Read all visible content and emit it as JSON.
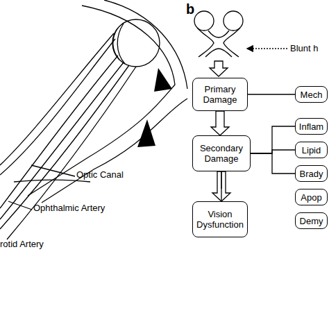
{
  "diagram": {
    "nodes": [
      {
        "text": [
          "Primary Damage"
        ]
      },
      {
        "text": [
          "Mech"
        ]
      },
      {
        "text": [
          "Secondary Damage"
        ]
      },
      {
        "text": [
          "Inflam"
        ]
      },
      {
        "text": [
          "Lipid"
        ]
      },
      {
        "text": [
          "Brady"
        ]
      },
      {
        "text": [
          "Apop"
        ]
      },
      {
        "text": [
          "Demy"
        ]
      },
      {
        "text": [
          "Vision Dysfunction"
        ]
      }
    ],
    "edges": [
      {
        "from": 0,
        "to": 2,
        "arrow": "to"
      },
      {
        "from": 2,
        "to": 8,
        "arrow": "to"
      },
      {
        "from": 0,
        "to": 1,
        "arrow": "none"
      },
      {
        "from": 2,
        "to": 3,
        "arrow": "none"
      },
      {
        "from": 2,
        "to": 4,
        "arrow": "none"
      },
      {
        "from": 2,
        "to": 5,
        "arrow": "none"
      },
      {
        "from": 2,
        "to": 6,
        "arrow": "none"
      },
      {
        "from": 2,
        "to": 7,
        "arrow": "none"
      }
    ],
    "labels": [
      "b",
      "Blunt h",
      "Optic Canal",
      "Ophthalmic Artery",
      "rotid Artery"
    ]
  }
}
